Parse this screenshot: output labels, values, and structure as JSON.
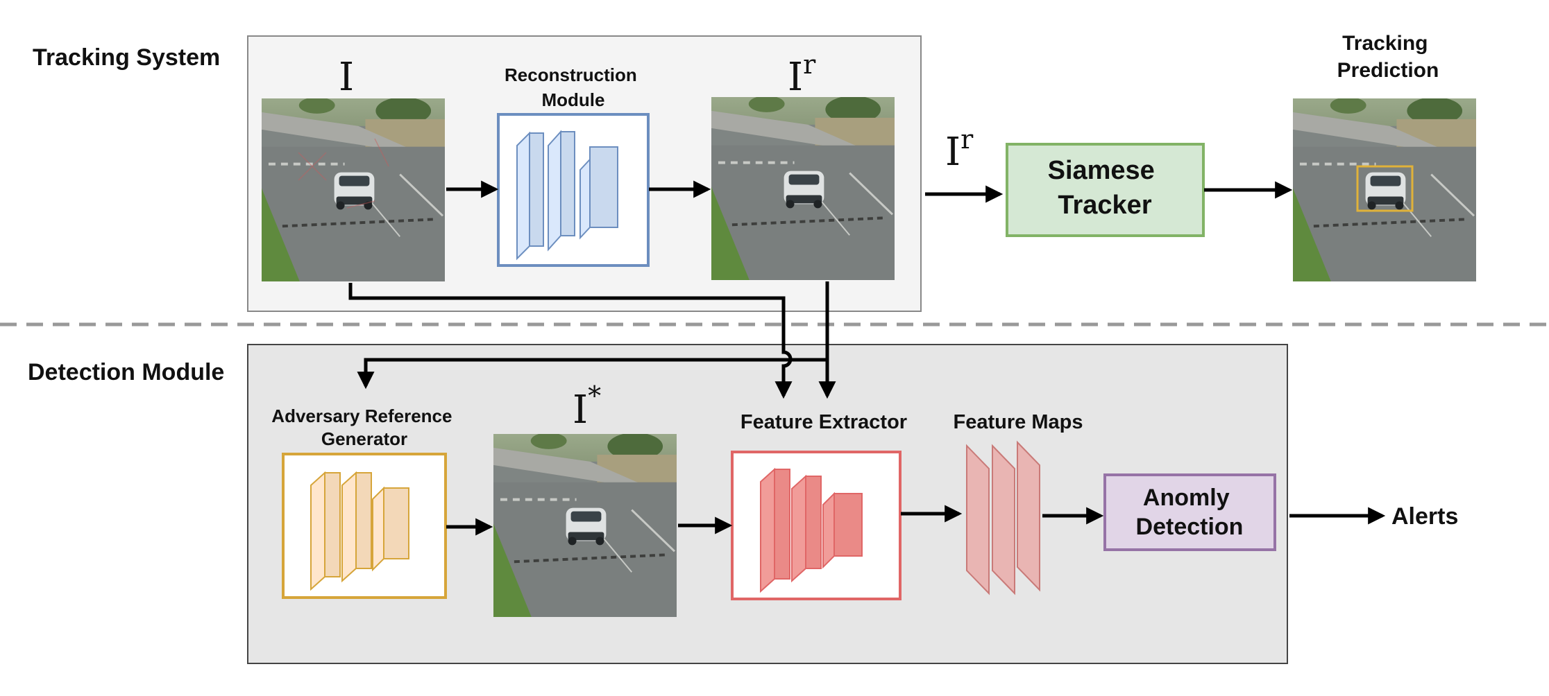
{
  "sections": {
    "tracking": {
      "label": "Tracking System"
    },
    "detection": {
      "label": "Detection Module"
    }
  },
  "symbols": {
    "input": "I",
    "reconstructed_base": "I",
    "reconstructed_sup": "r",
    "reference_base": "I",
    "reference_sup": "*"
  },
  "nodes": {
    "reconstruction": {
      "line1": "Reconstruction",
      "line2": "Module"
    },
    "siamese": {
      "line1": "Siamese",
      "line2": "Tracker"
    },
    "prediction": {
      "line1": "Tracking",
      "line2": "Prediction"
    },
    "adversary": {
      "line1": "Adversary Reference",
      "line2": "Generator"
    },
    "feature_extractor": {
      "label": "Feature Extractor"
    },
    "feature_maps": {
      "label": "Feature Maps"
    },
    "anomaly": {
      "line1": "Anomly",
      "line2": "Detection"
    },
    "alerts": {
      "label": "Alerts"
    }
  },
  "colors": {
    "reconstruction_border": "#6C8EBF",
    "reconstruction_fill": "#DAE8FC",
    "siamese_border": "#82B366",
    "siamese_fill": "#D5E8D4",
    "adversary_border": "#D6A53A",
    "adversary_fill": "#FFE6CC",
    "extractor_border": "#E06666",
    "extractor_fill": "#F19C99",
    "feature_map_fill": "#E9B5B3",
    "anomaly_border": "#9673A6",
    "anomaly_fill": "#E1D5E7",
    "tracking_panel": "#F4F4F4",
    "detection_panel": "#E6E6E6"
  }
}
